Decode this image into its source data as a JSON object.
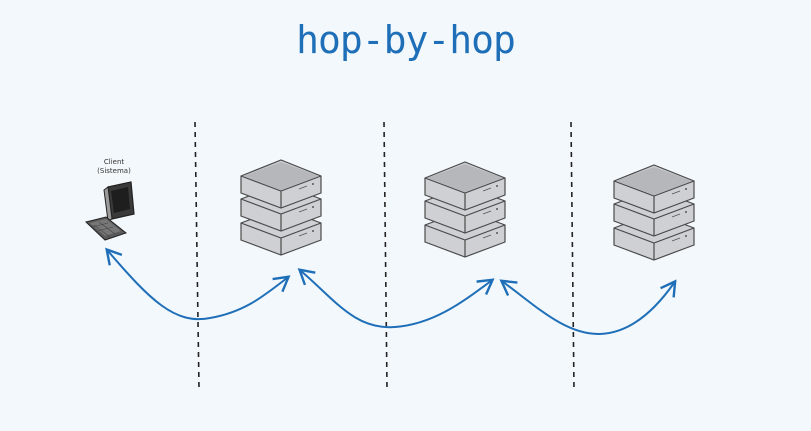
{
  "title": "hop-by-hop",
  "client": {
    "label_line1": "Client",
    "label_line2": "(Sistema)",
    "icon": "computer-icon"
  },
  "servers": [
    {
      "icon": "server-stack-icon"
    },
    {
      "icon": "server-stack-icon"
    },
    {
      "icon": "server-stack-icon"
    }
  ],
  "colors": {
    "accent": "#1f6fb8",
    "background": "#f3f8fc",
    "server_fill": "#cfd0d3",
    "outline": "#4a4a4a"
  }
}
